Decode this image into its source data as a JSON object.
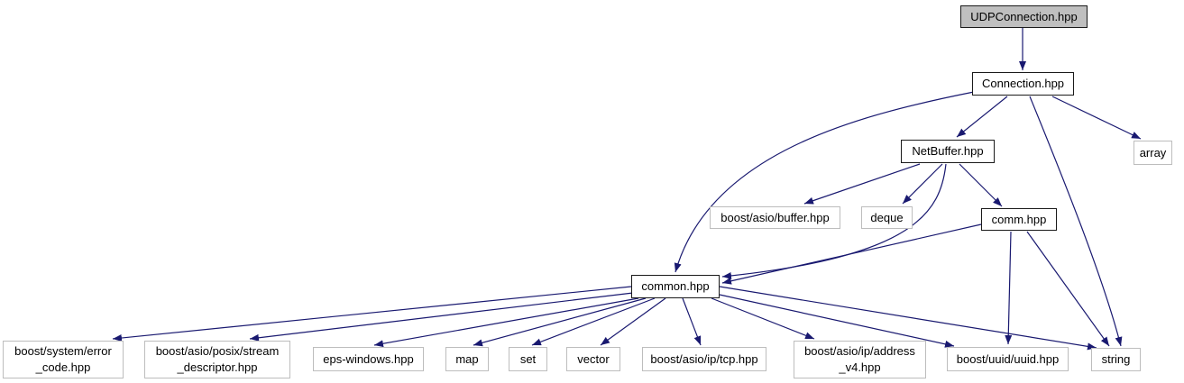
{
  "diagram": {
    "kind": "include-dependency-graph",
    "root_file": "UDPConnection.hpp"
  },
  "colors": {
    "edge": "#191970",
    "root_fill": "#bfbfbf",
    "node_fill": "#ffffff",
    "documented_border": "#1a1a1a",
    "leaf_border": "#bdbdbd",
    "text": "#000000",
    "background": "#ffffff"
  },
  "nodes": {
    "udpconnection": {
      "label": "UDPConnection.hpp"
    },
    "connection": {
      "label": "Connection.hpp"
    },
    "netbuffer": {
      "label": "NetBuffer.hpp"
    },
    "array": {
      "label": "array"
    },
    "buffer": {
      "label": "boost/asio/buffer.hpp"
    },
    "deque": {
      "label": "deque"
    },
    "comm": {
      "label": "comm.hpp"
    },
    "common": {
      "label": "common.hpp"
    },
    "error_code": {
      "label": "boost/system/error\n_code.hpp"
    },
    "stream_descriptor": {
      "label": "boost/asio/posix/stream\n_descriptor.hpp"
    },
    "eps_windows": {
      "label": "eps-windows.hpp"
    },
    "map": {
      "label": "map"
    },
    "set": {
      "label": "set"
    },
    "vector": {
      "label": "vector"
    },
    "tcp": {
      "label": "boost/asio/ip/tcp.hpp"
    },
    "address_v4": {
      "label": "boost/asio/ip/address\n_v4.hpp"
    },
    "uuid": {
      "label": "boost/uuid/uuid.hpp"
    },
    "string": {
      "label": "string"
    }
  },
  "edges": [
    {
      "from": "udpconnection",
      "to": "connection"
    },
    {
      "from": "connection",
      "to": "netbuffer"
    },
    {
      "from": "connection",
      "to": "common"
    },
    {
      "from": "connection",
      "to": "array"
    },
    {
      "from": "connection",
      "to": "string"
    },
    {
      "from": "netbuffer",
      "to": "buffer"
    },
    {
      "from": "netbuffer",
      "to": "deque"
    },
    {
      "from": "netbuffer",
      "to": "comm"
    },
    {
      "from": "netbuffer",
      "to": "common"
    },
    {
      "from": "comm",
      "to": "common"
    },
    {
      "from": "comm",
      "to": "uuid"
    },
    {
      "from": "comm",
      "to": "string"
    },
    {
      "from": "common",
      "to": "error_code"
    },
    {
      "from": "common",
      "to": "stream_descriptor"
    },
    {
      "from": "common",
      "to": "eps_windows"
    },
    {
      "from": "common",
      "to": "map"
    },
    {
      "from": "common",
      "to": "set"
    },
    {
      "from": "common",
      "to": "vector"
    },
    {
      "from": "common",
      "to": "tcp"
    },
    {
      "from": "common",
      "to": "address_v4"
    },
    {
      "from": "common",
      "to": "uuid"
    },
    {
      "from": "common",
      "to": "string"
    }
  ]
}
